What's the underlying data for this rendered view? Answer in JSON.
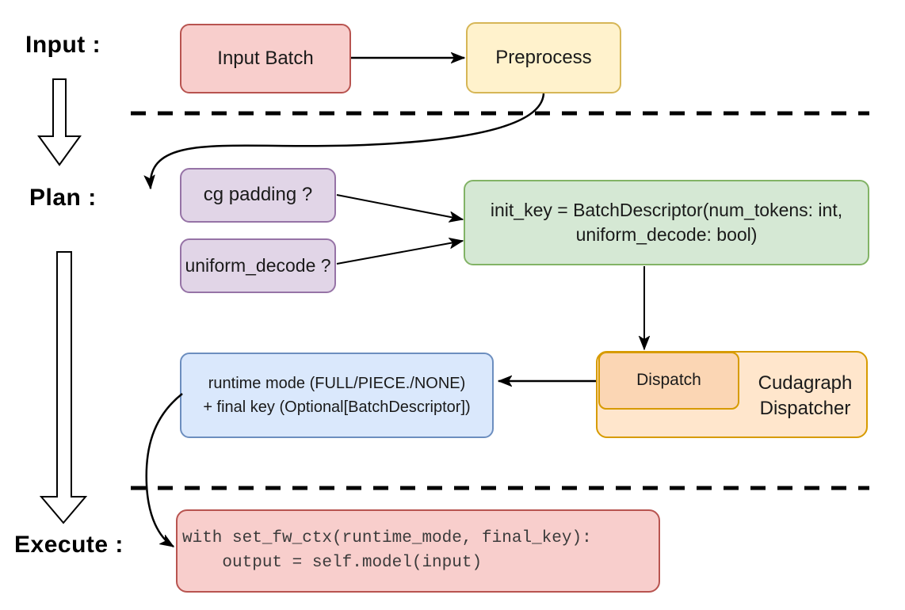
{
  "stages": {
    "input": "Input :",
    "plan": "Plan :",
    "execute": "Execute :"
  },
  "nodes": {
    "input_batch": {
      "label": "Input Batch"
    },
    "preprocess": {
      "label": "Preprocess"
    },
    "cg_padding": {
      "label": "cg padding ?"
    },
    "uniform_decode": {
      "label": "uniform_decode ?"
    },
    "init_key": {
      "line1": "init_key = BatchDescriptor(num_tokens: int,",
      "line2": "uniform_decode: bool)"
    },
    "dispatch": {
      "label": "Dispatch"
    },
    "cudagraph_dispatcher": {
      "line1": "Cudagraph",
      "line2": "Dispatcher"
    },
    "runtime_result": {
      "line1": "runtime mode (FULL/PIECE./NONE)",
      "line2": "+ final key (Optional[BatchDescriptor])"
    },
    "execute_code": {
      "line1": "with set_fw_ctx(runtime_mode, final_key):",
      "line2": "    output = self.model(input)"
    }
  },
  "colors": {
    "red_fill": "#f8cecc",
    "red_border": "#b85450",
    "yellow_fill": "#fff2cc",
    "yellow_border": "#d6b656",
    "purple_fill": "#e1d5e7",
    "purple_border": "#9673a6",
    "green_fill": "#d5e8d4",
    "green_border": "#82b366",
    "blue_fill": "#dae8fc",
    "blue_border": "#6c8ebf",
    "orange_fill_light": "#ffe6cc",
    "orange_fill_dark": "#fbd6b4",
    "orange_border": "#d79b00",
    "connector": "#000000",
    "text": "#1a1a1a",
    "code_text": "#3b3b3b"
  }
}
